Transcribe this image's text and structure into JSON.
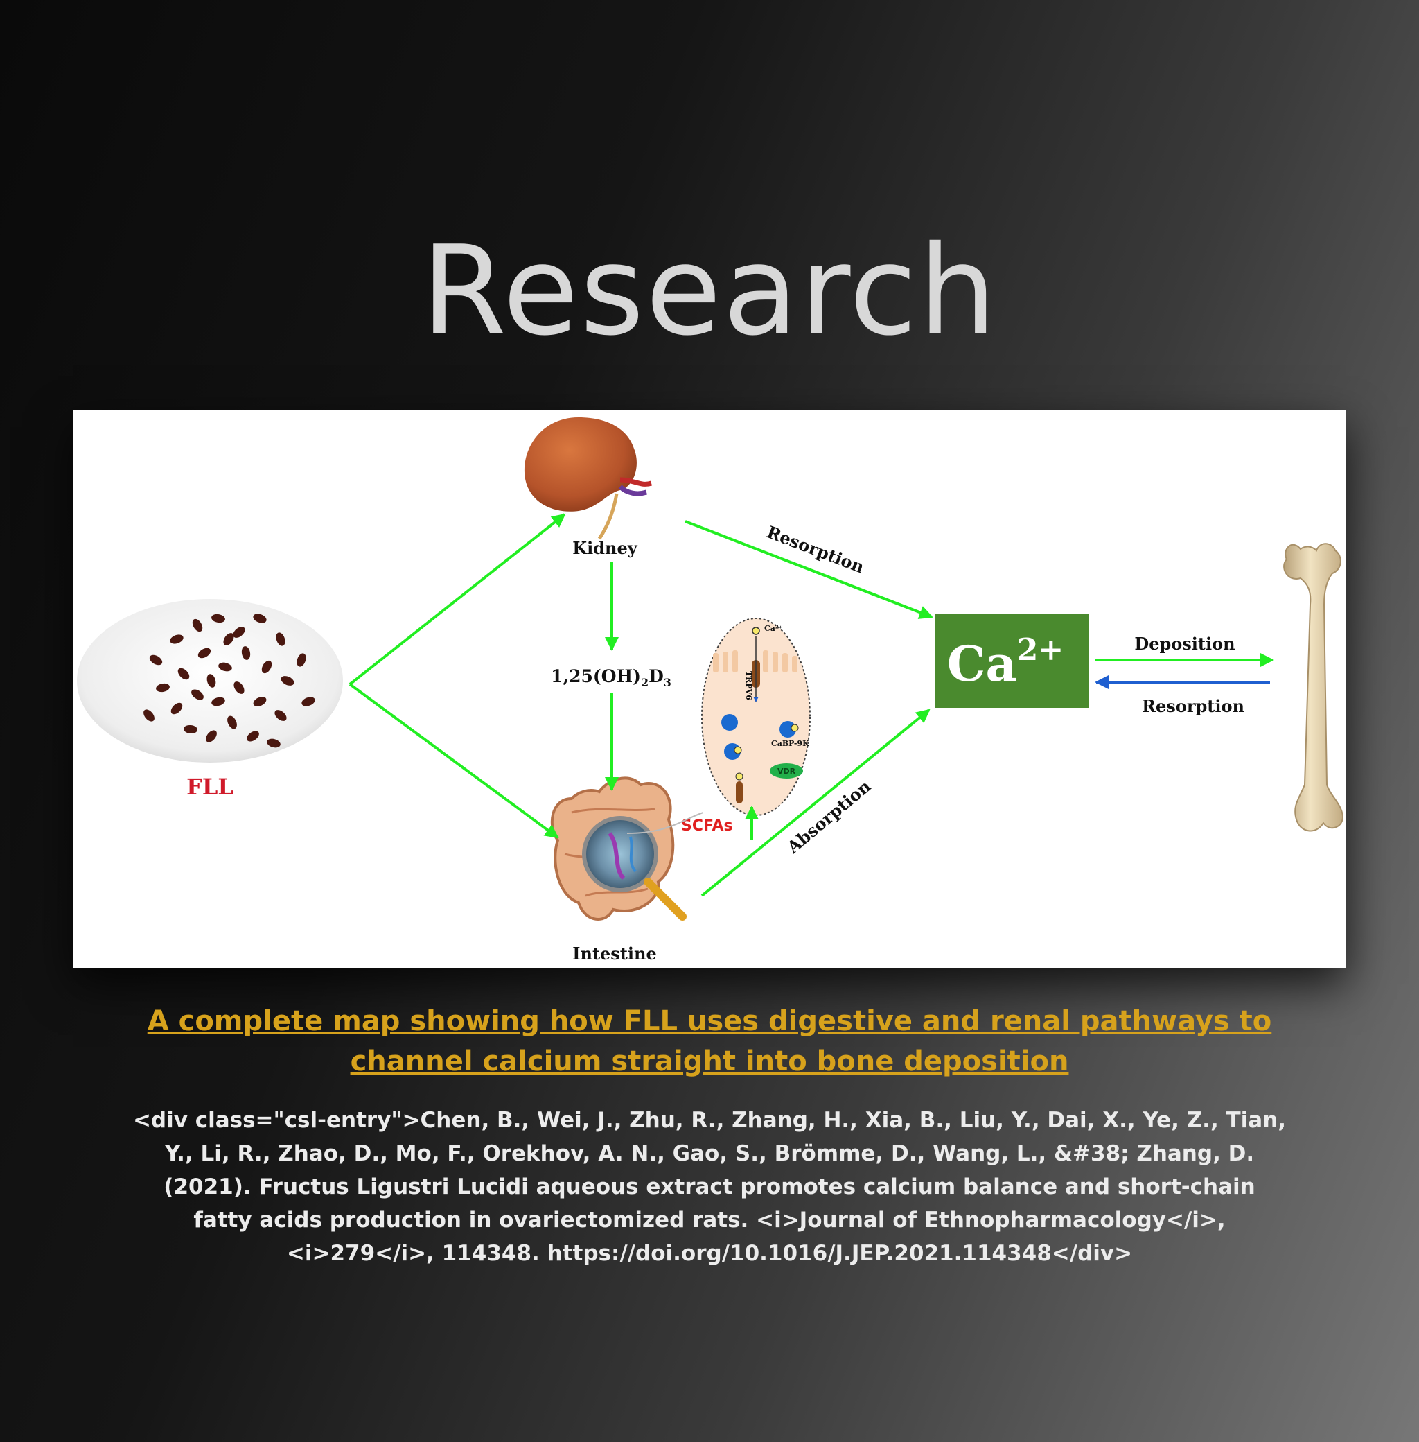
{
  "header": {
    "title": "Research"
  },
  "figure": {
    "labels": {
      "fll": "FLL",
      "kidney": "Kidney",
      "intestine": "Intestine",
      "vitamin_d": "1,25(OH)",
      "vitamin_d_sub": "2",
      "vitamin_d_suffix": "D",
      "vitamin_d_sub2": "3",
      "scfas": "SCFAs",
      "calcium": "Ca",
      "calcium_charge": "2+",
      "resorption_kidney": "Resorption",
      "absorption": "Absorption",
      "deposition": "Deposition",
      "resorption_bone": "Resorption",
      "cell_ca": "Ca²⁺",
      "cell_trpv6": "TRPV6",
      "cell_cabp": "CaBP-9K",
      "cell_vdr": "VDR"
    },
    "colors": {
      "arrow_green": "#22ee22",
      "arrow_blue": "#1f5fd0",
      "calcium_box": "#4a8a2e",
      "fll_red": "#d01a2a",
      "scfa_red": "#e02020",
      "kidney": "#b5532a",
      "bone": "#e6d3a8"
    }
  },
  "caption": {
    "link_text": "A complete map showing how FLL uses digestive and renal pathways to channel calcium straight into bone deposition",
    "citation": "<div class=\"csl-entry\">Chen, B., Wei, J., Zhu, R., Zhang, H., Xia, B., Liu, Y., Dai, X., Ye, Z., Tian, Y., Li, R., Zhao, D., Mo, F., Orekhov, A. N., Gao, S., Brömme, D., Wang, L., &#38; Zhang, D. (2021). Fructus Ligustri Lucidi aqueous extract promotes calcium balance and short-chain fatty acids production in ovariectomized rats. <i>Journal of Ethnopharmacology</i>, <i>279</i>, 114348. https://doi.org/10.1016/J.JEP.2021.114348</div>"
  }
}
